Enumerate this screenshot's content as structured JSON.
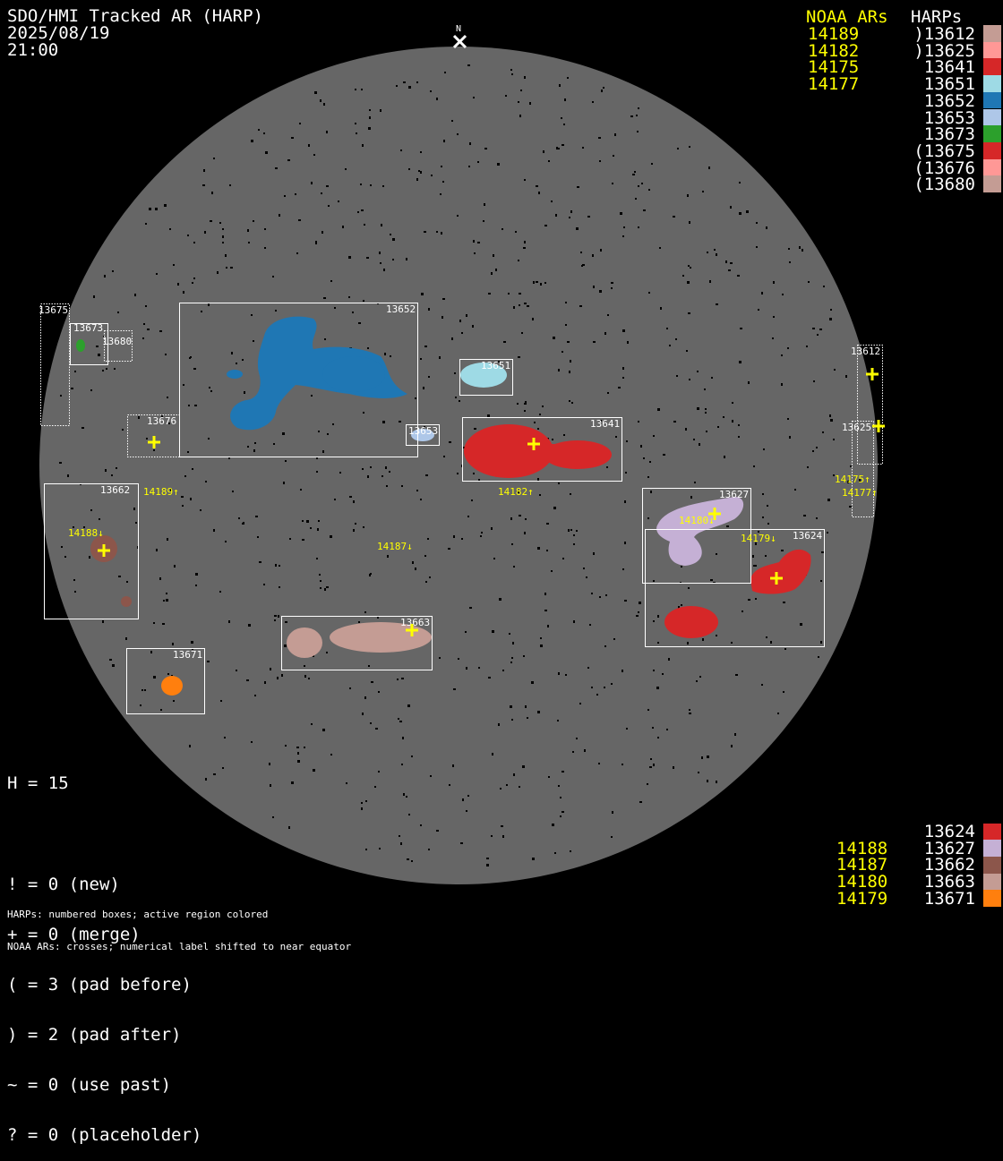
{
  "header": {
    "title": "SDO/HMI Tracked AR (HARP)",
    "date": "2025/08/19",
    "time": "21:00"
  },
  "north_label": "N",
  "legend_top": {
    "noaa_heading": "NOAA ARs",
    "harp_heading": "HARPs",
    "noaa": [
      "14189",
      "14182",
      "14175",
      "14177"
    ],
    "harps": [
      {
        "label": ")13612",
        "color": "#c49c94"
      },
      {
        "label": ")13625",
        "color": "#ff9896"
      },
      {
        "label": "13641",
        "color": "#d62728"
      },
      {
        "label": "13651",
        "color": "#9edae5"
      },
      {
        "label": "13652",
        "color": "#1f77b4"
      },
      {
        "label": "13653",
        "color": "#aec7e8"
      },
      {
        "label": "13673",
        "color": "#2ca02c"
      },
      {
        "label": "(13675",
        "color": "#d62728"
      },
      {
        "label": "(13676",
        "color": "#ff9896"
      },
      {
        "label": "(13680",
        "color": "#c49c94"
      }
    ]
  },
  "legend_bottom": {
    "rows": [
      {
        "noaa": "",
        "harp": "13624",
        "color": "#d62728"
      },
      {
        "noaa": "14188",
        "harp": "13627",
        "color": "#c5b0d5"
      },
      {
        "noaa": "14187",
        "harp": "13662",
        "color": "#8c564b"
      },
      {
        "noaa": "14180",
        "harp": "13663",
        "color": "#c49c94"
      },
      {
        "noaa": "14179",
        "harp": "13671",
        "color": "#ff7f0e"
      }
    ]
  },
  "stats": {
    "h": "H = 15",
    "lines": [
      "! = 0 (new)",
      "+ = 0 (merge)",
      "( = 3 (pad before)",
      ") = 2 (pad after)",
      "~ = 0 (use past)",
      "? = 0 (placeholder)"
    ]
  },
  "footer": [
    "HARPs: numbered boxes; active region colored",
    "NOAA ARs: crosses; numerical label shifted to near equator"
  ],
  "map": {
    "harp_labels": {
      "h13675": "13675",
      "h13673": "13673",
      "h13680": "13680",
      "h13652": "13652",
      "h13676": "13676",
      "h13651": "13651",
      "h13653": "13653",
      "h13641": "13641",
      "h13612": "13612",
      "h13625": "13625",
      "h13662": "13662",
      "h13627": "13627",
      "h13624": "13624",
      "h13663": "13663",
      "h13671": "13671"
    },
    "noaa_labels": {
      "a14189": "14189↑",
      "a14182": "14182↑",
      "a14188": "14188↓",
      "a14187": "14187↓",
      "a14180": "14180↓",
      "a14179": "14179↓",
      "a14175": "14175↑",
      "a14177": "14177↑"
    }
  }
}
